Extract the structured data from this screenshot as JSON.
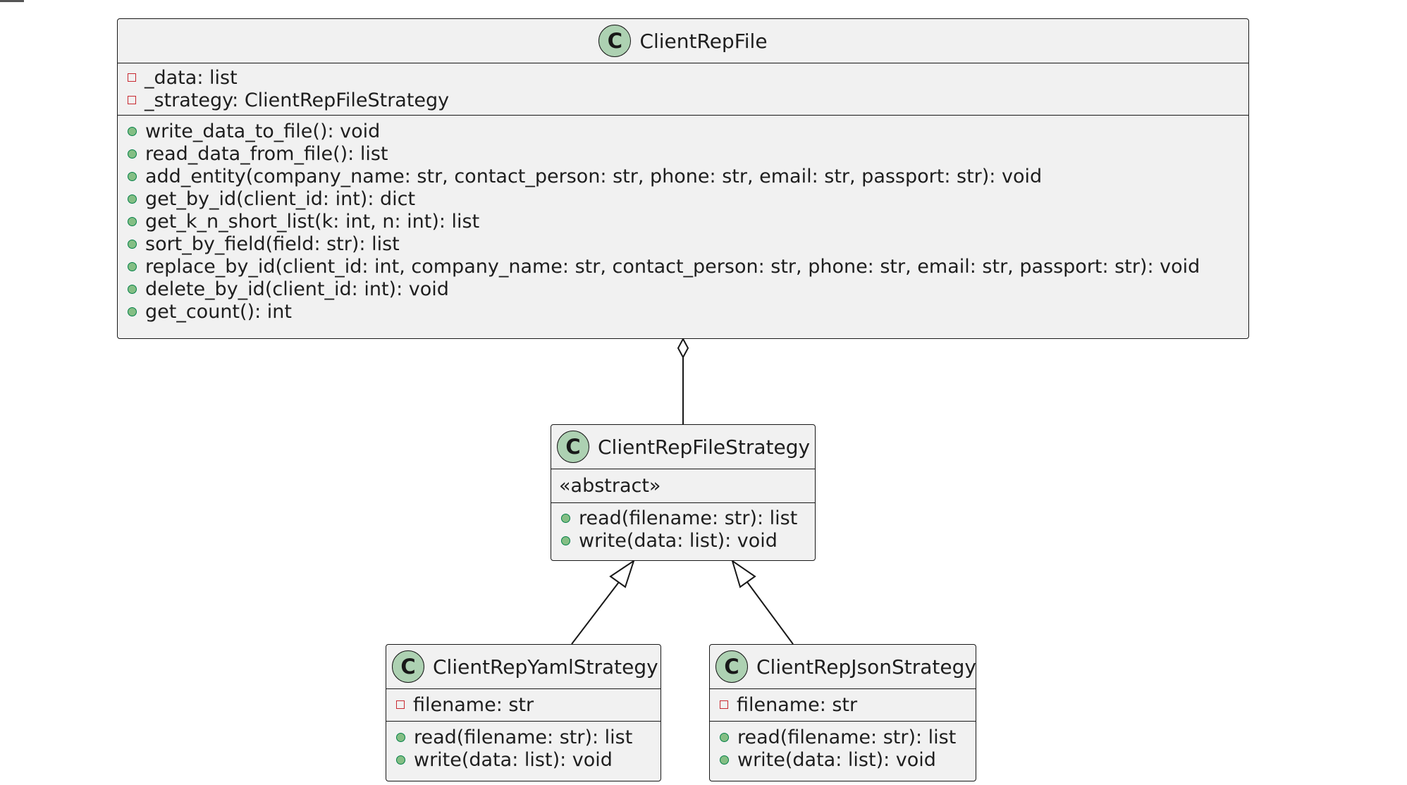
{
  "diagram": {
    "classes": {
      "client_rep_file": {
        "badge": "C",
        "name": "ClientRepFile",
        "fields": [
          {
            "visibility": "private",
            "text": "_data: list"
          },
          {
            "visibility": "private",
            "text": "_strategy: ClientRepFileStrategy"
          }
        ],
        "methods": [
          {
            "visibility": "public",
            "text": "write_data_to_file(): void"
          },
          {
            "visibility": "public",
            "text": "read_data_from_file(): list"
          },
          {
            "visibility": "public",
            "text": "add_entity(company_name: str, contact_person: str, phone: str, email: str, passport: str): void"
          },
          {
            "visibility": "public",
            "text": "get_by_id(client_id: int): dict"
          },
          {
            "visibility": "public",
            "text": "get_k_n_short_list(k: int, n: int): list"
          },
          {
            "visibility": "public",
            "text": "sort_by_field(field: str): list"
          },
          {
            "visibility": "public",
            "text": "replace_by_id(client_id: int, company_name: str, contact_person: str, phone: str, email: str, passport: str): void"
          },
          {
            "visibility": "public",
            "text": "delete_by_id(client_id: int): void"
          },
          {
            "visibility": "public",
            "text": "get_count(): int"
          }
        ]
      },
      "client_rep_file_strategy": {
        "badge": "C",
        "name": "ClientRepFileStrategy",
        "stereotype": "«abstract»",
        "methods": [
          {
            "visibility": "public",
            "text": "read(filename: str): list"
          },
          {
            "visibility": "public",
            "text": "write(data: list): void"
          }
        ]
      },
      "client_rep_yaml_strategy": {
        "badge": "C",
        "name": "ClientRepYamlStrategy",
        "fields": [
          {
            "visibility": "private",
            "text": "filename: str"
          }
        ],
        "methods": [
          {
            "visibility": "public",
            "text": "read(filename: str): list"
          },
          {
            "visibility": "public",
            "text": "write(data: list): void"
          }
        ]
      },
      "client_rep_json_strategy": {
        "badge": "C",
        "name": "ClientRepJsonStrategy",
        "fields": [
          {
            "visibility": "private",
            "text": "filename: str"
          }
        ],
        "methods": [
          {
            "visibility": "public",
            "text": "read(filename: str): list"
          },
          {
            "visibility": "public",
            "text": "write(data: list): void"
          }
        ]
      }
    },
    "relations": [
      {
        "type": "aggregation",
        "from": "ClientRepFile",
        "to": "ClientRepFileStrategy"
      },
      {
        "type": "inheritance",
        "from": "ClientRepYamlStrategy",
        "to": "ClientRepFileStrategy"
      },
      {
        "type": "inheritance",
        "from": "ClientRepJsonStrategy",
        "to": "ClientRepFileStrategy"
      }
    ],
    "colors": {
      "class_fill": "#f1f1f1",
      "border": "#181818",
      "badge_fill": "#add1b2",
      "public_dot": "#84be84",
      "private_square": "#c82930"
    }
  }
}
